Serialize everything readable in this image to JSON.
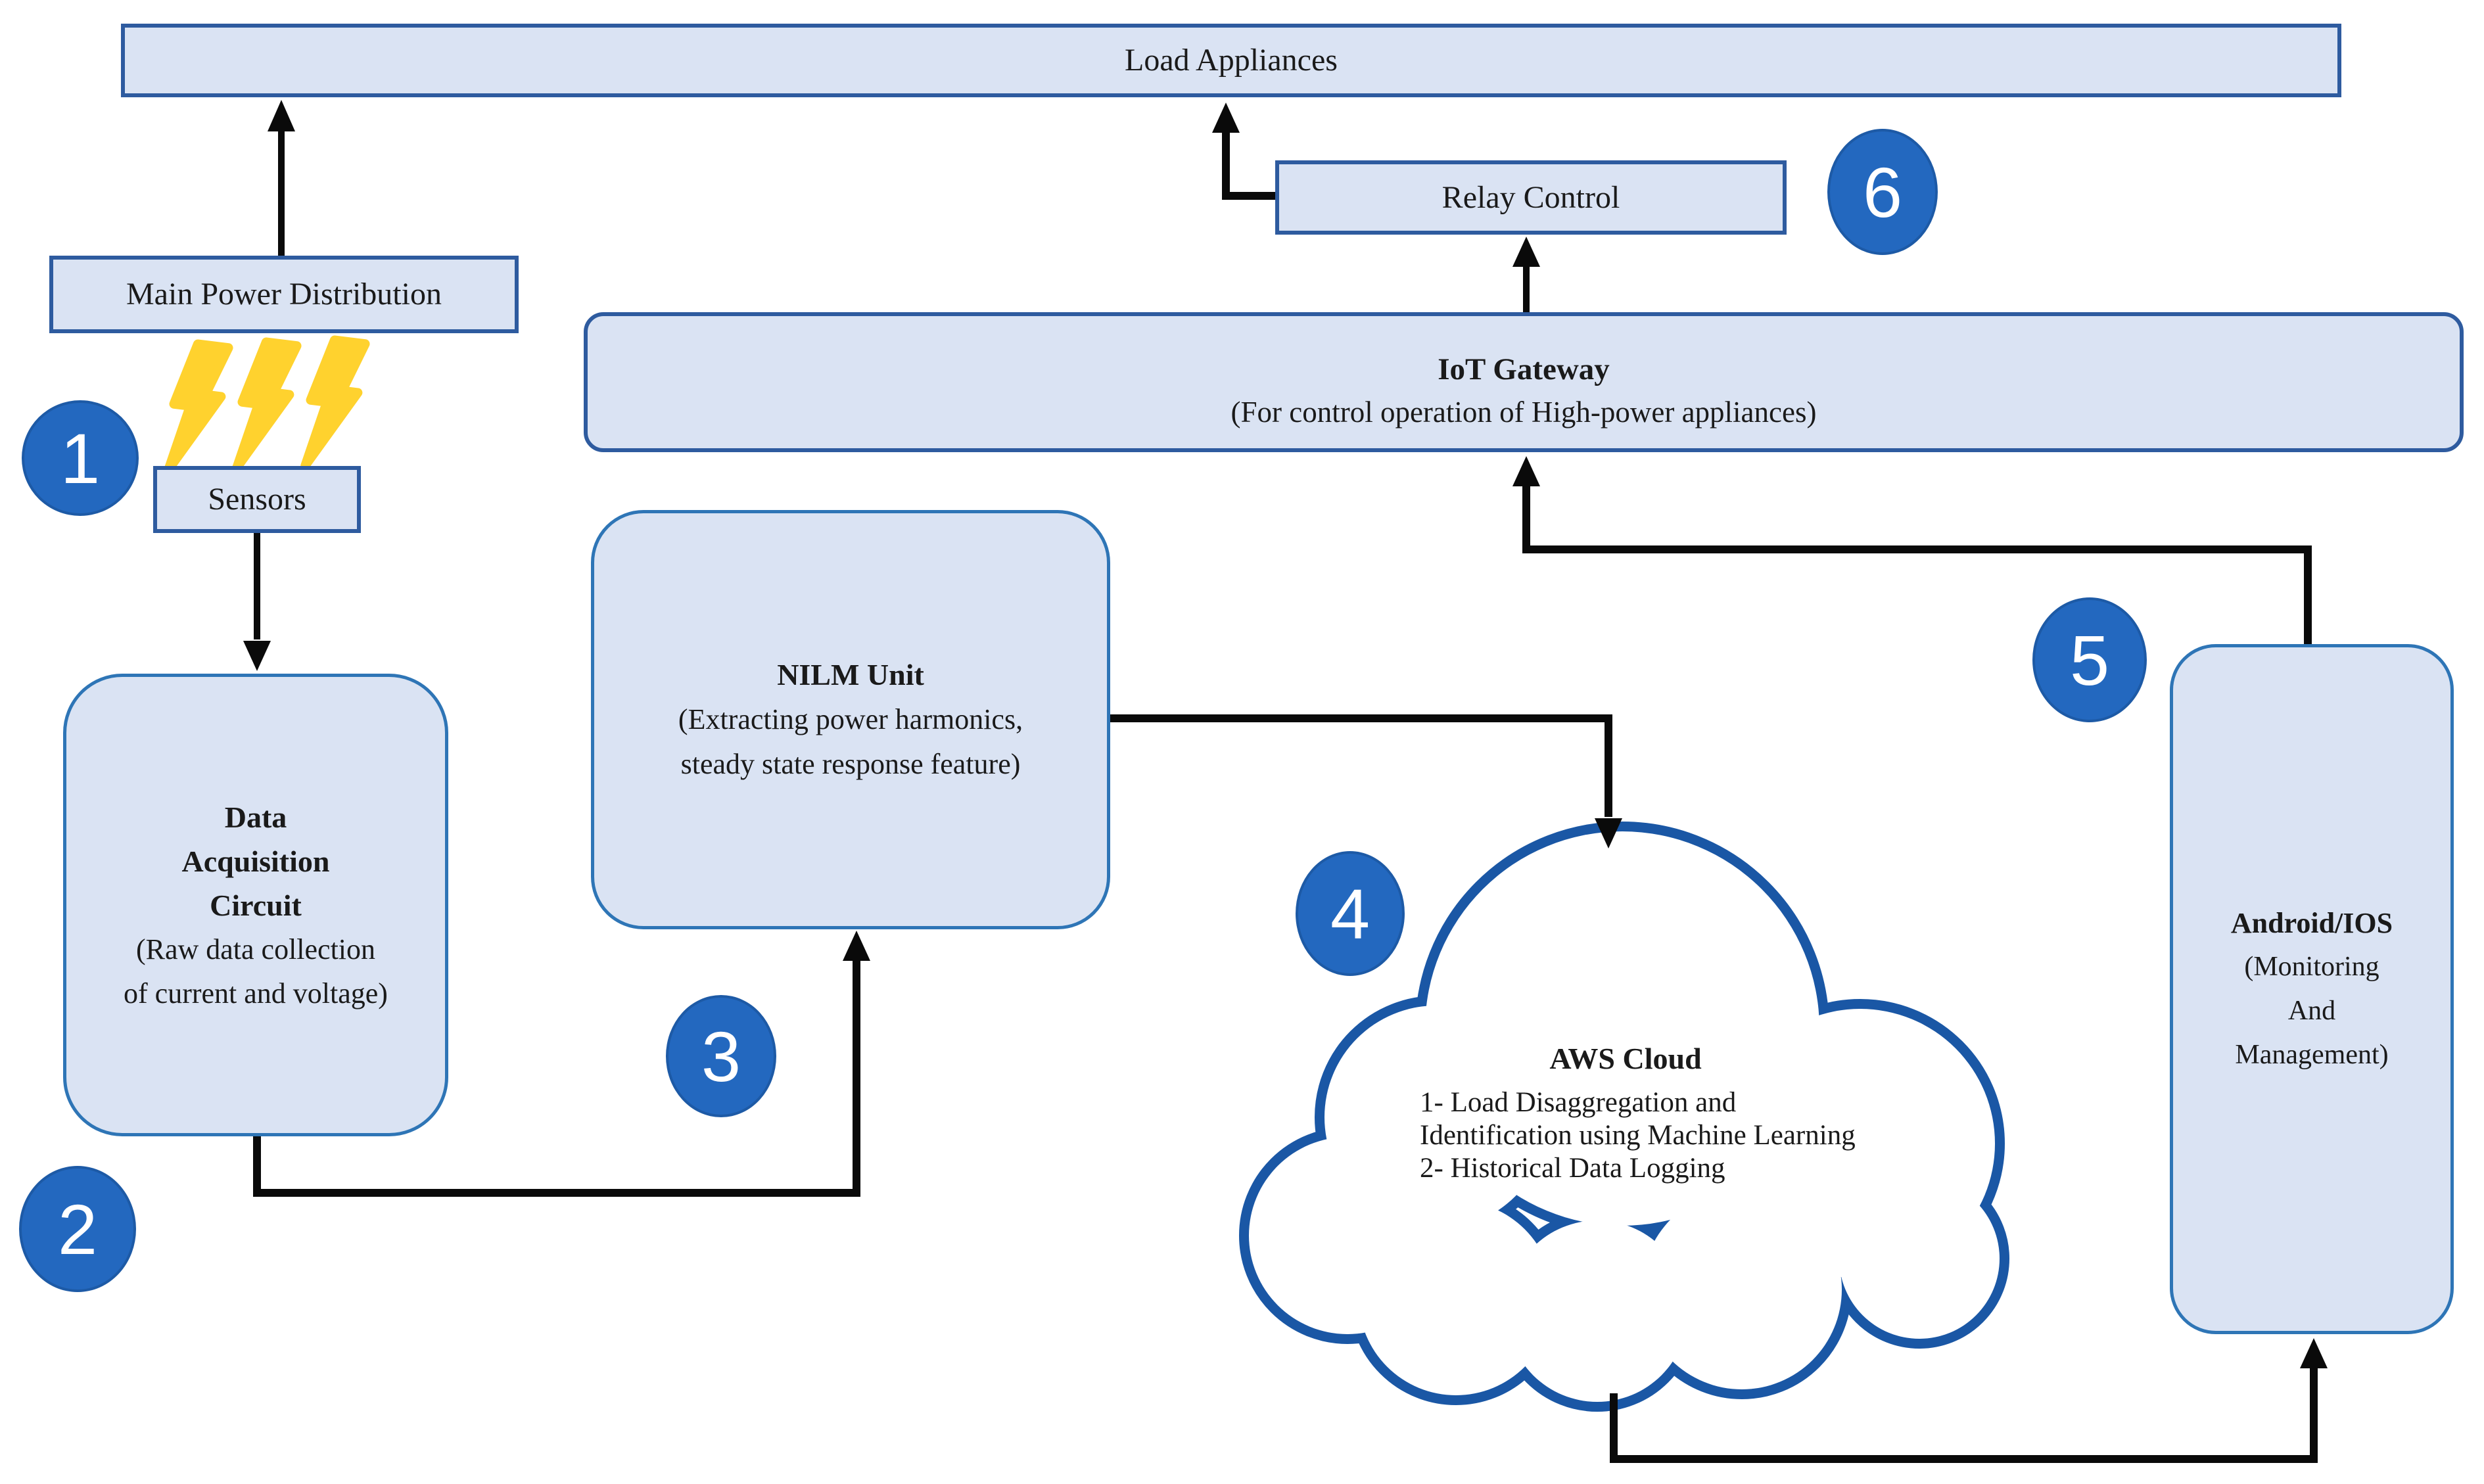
{
  "diagram": {
    "nodes": {
      "load_appliances": {
        "label": "Load Appliances"
      },
      "main_power_distribution": {
        "label": "Main Power Distribution"
      },
      "sensors": {
        "label": "Sensors"
      },
      "relay_control": {
        "label": "Relay Control"
      },
      "iot_gateway": {
        "title": "IoT Gateway",
        "subtitle": "(For control operation of High-power appliances)"
      },
      "nilm_unit": {
        "title": "NILM Unit",
        "subtitle_lines": [
          "(Extracting power harmonics,",
          "steady state response feature)"
        ]
      },
      "data_acquisition_circuit": {
        "title_lines": [
          "Data",
          "Acquisition",
          "Circuit"
        ],
        "subtitle_lines": [
          "(Raw data collection",
          "of current and voltage)"
        ]
      },
      "aws_cloud": {
        "title": "AWS Cloud",
        "lines": [
          "1- Load Disaggregation and",
          "Identification using Machine Learning",
          "2- Historical Data Logging"
        ]
      },
      "android_ios": {
        "title": "Android/IOS",
        "subtitle_lines": [
          "(Monitoring",
          "And",
          "Management)"
        ]
      }
    },
    "step_badges": [
      "1",
      "2",
      "3",
      "4",
      "5",
      "6"
    ],
    "icons": {
      "lightning": "lightning-bolt-icon",
      "lightning_count": 3,
      "cloud": "cloud-shape"
    },
    "colors": {
      "box_fill": "#dae3f3",
      "box_border_dark": "#2e5b9f",
      "box_border_medium": "#2e75b6",
      "badge_fill": "#2368bf",
      "badge_border": "#1d5aa6",
      "cloud_stroke": "#1a57a5",
      "lightning_yellow": "#ffd22e",
      "arrow_black": "#0a0a0a",
      "text": "#1a1a1a"
    }
  }
}
